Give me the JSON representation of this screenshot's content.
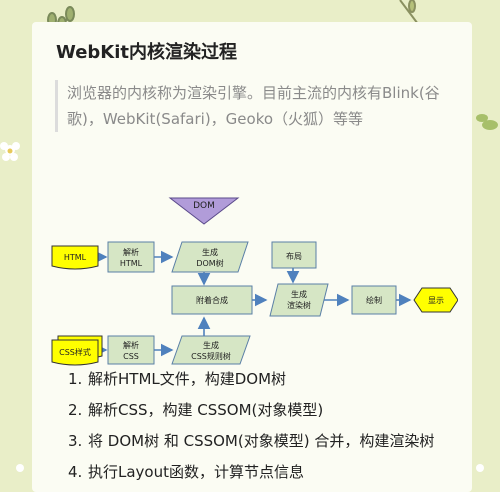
{
  "article": {
    "title": "WebKit内核渲染过程",
    "quote": "浏览器的内核称为渲染引擎。目前主流的内核有Blink(谷歌)，WebKit(Safari)，Geoko（火狐）等等"
  },
  "diagram": {
    "dom": "DOM",
    "html": "HTML",
    "parse_html_1": "解析",
    "parse_html_2": "HTML",
    "gen_dom_1": "生成",
    "gen_dom_2": "DOM树",
    "layout": "布局",
    "attach": "附着合成",
    "gen_render_1": "生成",
    "gen_render_2": "渲染树",
    "paint": "绘制",
    "display": "显示",
    "css_styles": "CSS样式",
    "parse_css_1": "解析",
    "parse_css_2": "CSS",
    "gen_css_1": "生成",
    "gen_css_2": "CSS规则树"
  },
  "steps": [
    {
      "num": "1.",
      "text": "解析HTML文件，构建DOM树"
    },
    {
      "num": "2.",
      "text": "解析CSS，构建 CSSOM(对象模型)"
    },
    {
      "num": "3.",
      "text": "将 DOM树 和 CSSOM(对象模型) 合并，构建渲染树"
    },
    {
      "num": "4.",
      "text": "执行Layout函数，计算节点信息"
    }
  ],
  "colors": {
    "box_fill": "#d6e6c5",
    "box_stroke": "#5a7fa6",
    "arrow": "#4f81bd",
    "dom_triangle": "#b19cd9",
    "yellow": "#ffff00"
  }
}
